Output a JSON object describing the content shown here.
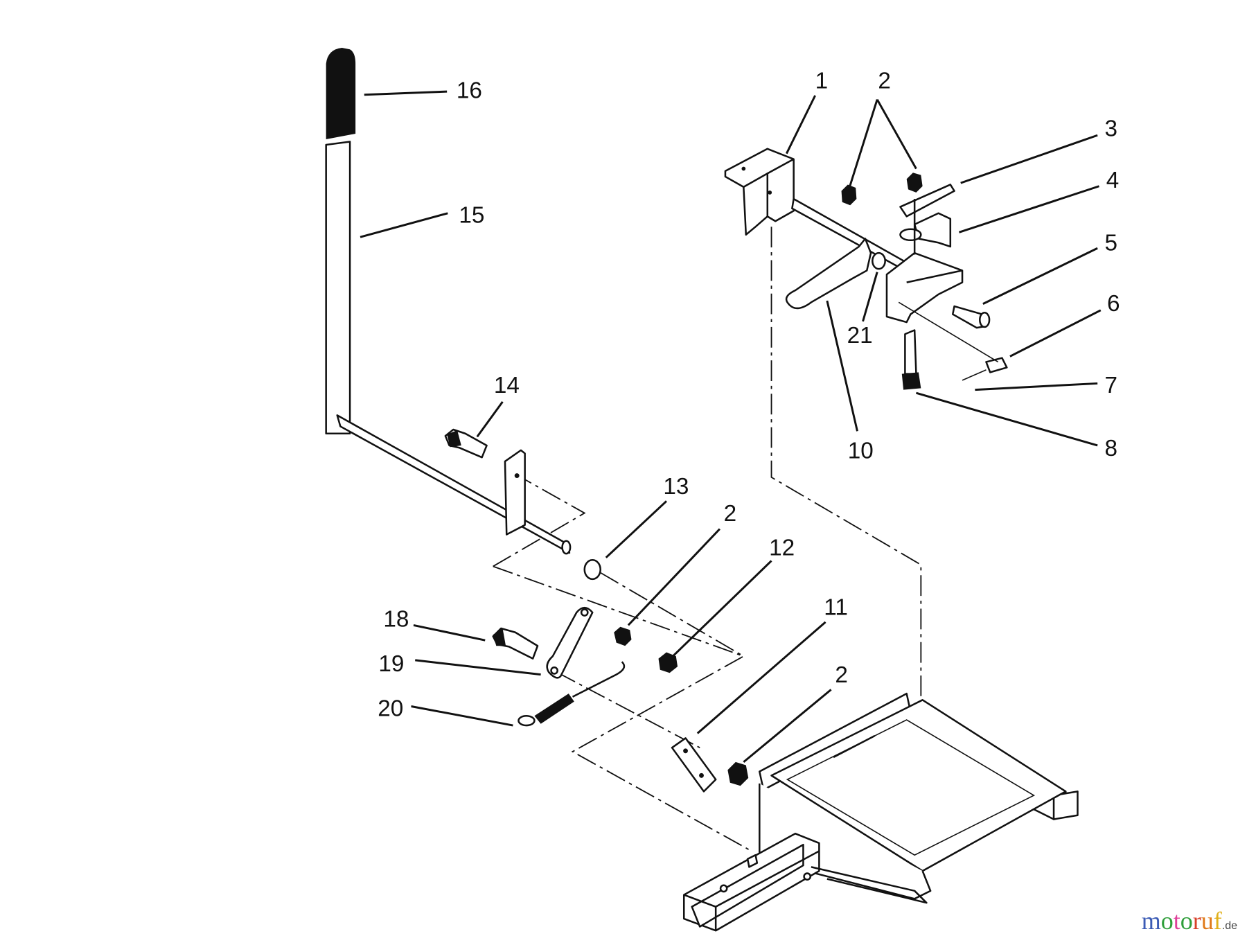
{
  "diagram": {
    "callouts": [
      {
        "id": "c16",
        "label": "16"
      },
      {
        "id": "c15",
        "label": "15"
      },
      {
        "id": "c14",
        "label": "14"
      },
      {
        "id": "c13",
        "label": "13"
      },
      {
        "id": "c2a",
        "label": "2"
      },
      {
        "id": "c12",
        "label": "12"
      },
      {
        "id": "c18",
        "label": "18"
      },
      {
        "id": "c19",
        "label": "19"
      },
      {
        "id": "c20",
        "label": "20"
      },
      {
        "id": "c11",
        "label": "11"
      },
      {
        "id": "c2b",
        "label": "2"
      },
      {
        "id": "c1",
        "label": "1"
      },
      {
        "id": "c2c",
        "label": "2"
      },
      {
        "id": "c3",
        "label": "3"
      },
      {
        "id": "c4",
        "label": "4"
      },
      {
        "id": "c5",
        "label": "5"
      },
      {
        "id": "c6",
        "label": "6"
      },
      {
        "id": "c7",
        "label": "7"
      },
      {
        "id": "c8",
        "label": "8"
      },
      {
        "id": "c10",
        "label": "10"
      },
      {
        "id": "c21",
        "label": "21"
      }
    ]
  },
  "watermark": {
    "letters": [
      "m",
      "o",
      "t",
      "o",
      "r",
      "u",
      "f"
    ],
    "suffix": ".de",
    "colors": [
      "#3b5bb5",
      "#2f9e3a",
      "#e0409a",
      "#2f9e3a",
      "#d8402a",
      "#e07a1a",
      "#e0b01a"
    ]
  }
}
